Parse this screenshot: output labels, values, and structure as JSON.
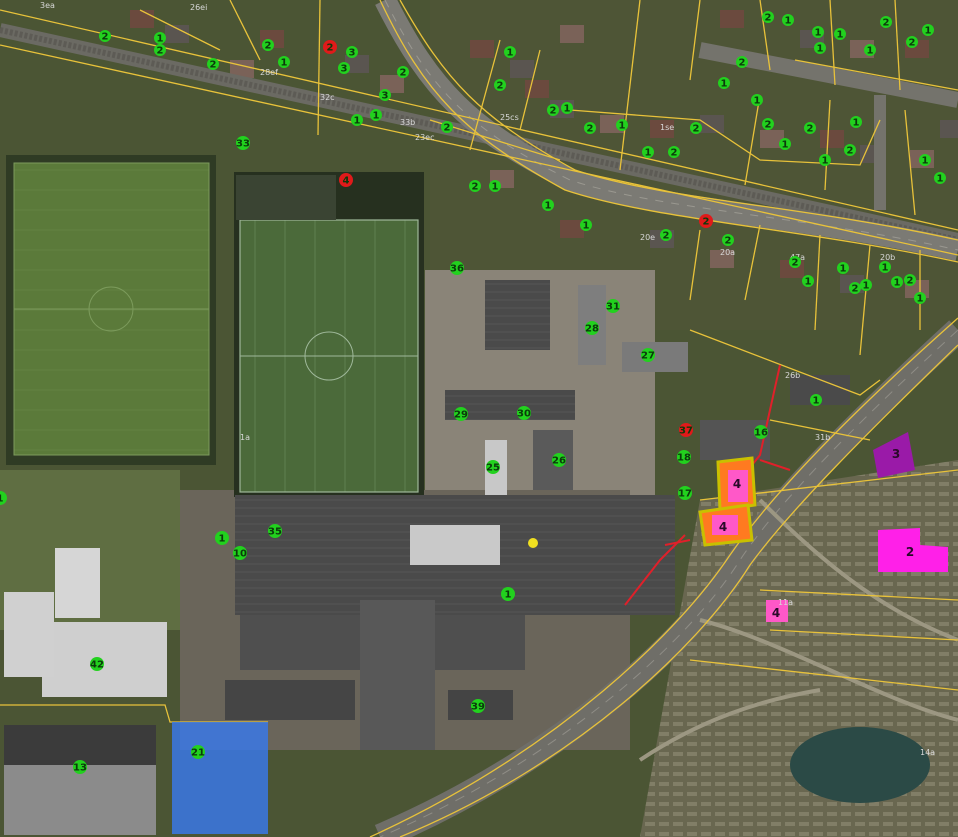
{
  "map": {
    "markers_green": [
      "2",
      "1",
      "2",
      "2",
      "1",
      "3",
      "3",
      "3",
      "2",
      "1",
      "1",
      "2",
      "2",
      "1",
      "2",
      "1",
      "2",
      "2",
      "1",
      "1",
      "2",
      "2",
      "1",
      "2",
      "2",
      "1",
      "1",
      "1",
      "1",
      "1",
      "2",
      "2",
      "1",
      "1",
      "2",
      "1",
      "2",
      "1",
      "1",
      "2",
      "1",
      "1",
      "1",
      "1",
      "2",
      "2",
      "2",
      "1",
      "1",
      "2",
      "1",
      "1",
      "1",
      "2",
      "1",
      "2",
      "1",
      "1"
    ],
    "markers_numbered": [
      "33",
      "36",
      "31",
      "28",
      "27",
      "29",
      "30",
      "25",
      "26",
      "16",
      "18",
      "17",
      "35",
      "10",
      "1",
      "42",
      "39",
      "21",
      "13",
      "1",
      "1"
    ],
    "markers_red": [
      "2",
      "4",
      "2",
      "37"
    ],
    "buildings_highlight": [
      "4",
      "4",
      "2",
      "3",
      "4"
    ],
    "parcel_labels": [
      "3ea",
      "26ei",
      "28ef",
      "32c",
      "33b",
      "23ec",
      "25cs",
      "1se",
      "20e",
      "20a",
      "47a",
      "20b",
      "26b",
      "31b",
      "11a",
      "14a",
      "1a"
    ],
    "colors": {
      "parcel_line": "#e8c23a",
      "marker_green": "#22d11e",
      "marker_red": "#e01a1a",
      "building_orange": "#ff7a20",
      "building_pink": "#ff58c8",
      "building_magenta": "#e61ee6",
      "building_purple": "#9a1aa8",
      "building_blue": "#3a78e6",
      "route_red": "#e0202a",
      "point_yellow": "#f0e020"
    }
  }
}
